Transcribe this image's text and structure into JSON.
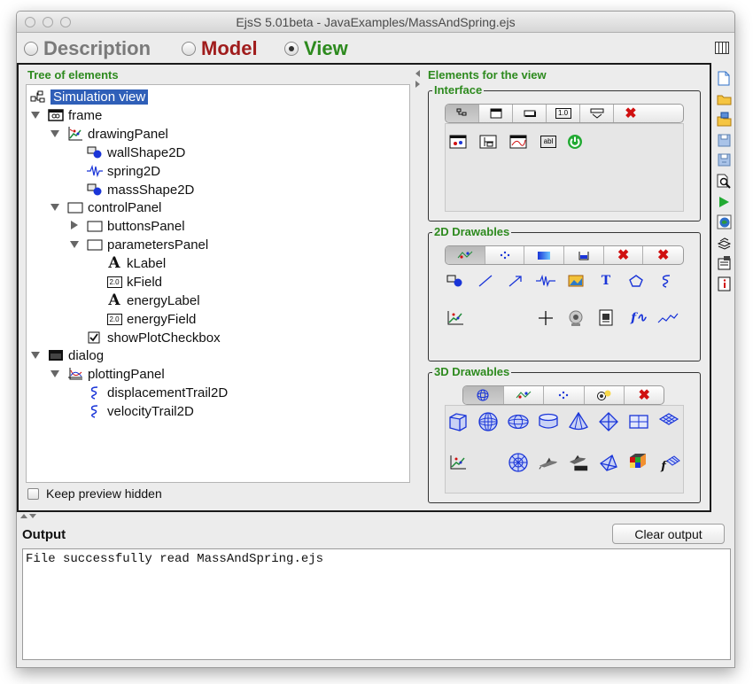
{
  "window": {
    "title": "EjsS 5.01beta - JavaExamples/MassAndSpring.ejs"
  },
  "modes": [
    {
      "label": "Description",
      "color": "#7a7a7a",
      "selected": false
    },
    {
      "label": "Model",
      "color": "#a01c1c",
      "selected": false
    },
    {
      "label": "View",
      "color": "#2d8a1e",
      "selected": true
    }
  ],
  "tree": {
    "title": "Tree of elements",
    "nodes": [
      {
        "label": "Simulation view",
        "icon": "simulation-view-icon",
        "selected": true
      },
      {
        "label": "frame",
        "icon": "frame-icon"
      },
      {
        "label": "drawingPanel",
        "icon": "drawing-panel-icon"
      },
      {
        "label": "wallShape2D",
        "icon": "shape-icon"
      },
      {
        "label": "spring2D",
        "icon": "spring-icon"
      },
      {
        "label": "massShape2D",
        "icon": "shape-icon"
      },
      {
        "label": "controlPanel",
        "icon": "panel-icon"
      },
      {
        "label": "buttonsPanel",
        "icon": "panel-icon"
      },
      {
        "label": "parametersPanel",
        "icon": "panel-icon"
      },
      {
        "label": "kLabel",
        "icon": "label-icon"
      },
      {
        "label": "kField",
        "icon": "field-icon"
      },
      {
        "label": "energyLabel",
        "icon": "label-icon"
      },
      {
        "label": "energyField",
        "icon": "field-icon"
      },
      {
        "label": "showPlotCheckbox",
        "icon": "checkbox-icon"
      },
      {
        "label": "dialog",
        "icon": "dialog-icon"
      },
      {
        "label": "plottingPanel",
        "icon": "plotting-panel-icon"
      },
      {
        "label": "displacementTrail2D",
        "icon": "trail-icon"
      },
      {
        "label": "velocityTrail2D",
        "icon": "trail-icon"
      }
    ],
    "keep_preview_label": "Keep preview hidden",
    "field_icon_text": "2.0",
    "label_icon_text": "A"
  },
  "elements": {
    "title": "Elements for the view",
    "interface": {
      "title": "Interface",
      "tab_text": "1.0",
      "palette_label_text": "abl"
    },
    "drawables2d": {
      "title": "2D Drawables",
      "text_icon": "T",
      "function_icon": "f∿"
    },
    "drawables3d": {
      "title": "3D Drawables",
      "function_icon": "f"
    }
  },
  "output": {
    "label": "Output",
    "clear_label": "Clear output",
    "text": "File successfully read MassAndSpring.ejs"
  },
  "colors": {
    "accent_green": "#2d8a1e",
    "selection_blue": "#2f5fb8",
    "remove_red": "#d01010"
  }
}
